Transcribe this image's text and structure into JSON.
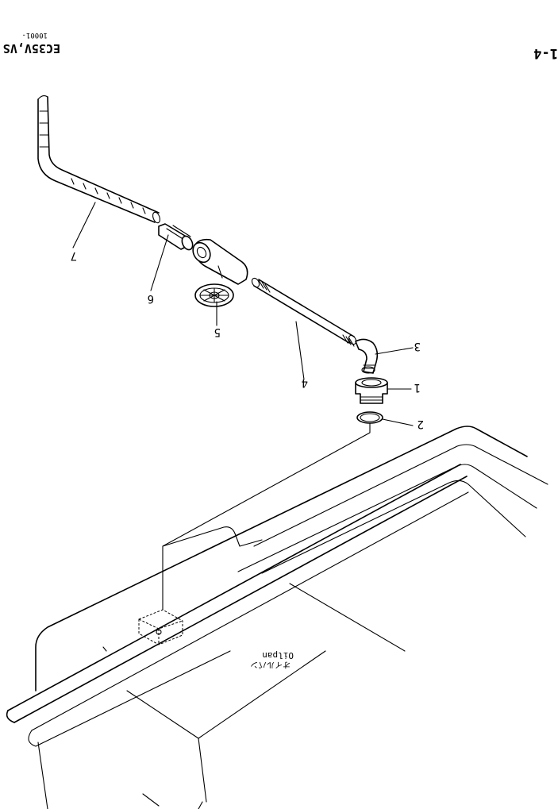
{
  "header": {
    "model": "EC35V,VS",
    "serial": "10001-",
    "page_ref": "1-4"
  },
  "parts": [
    {
      "label": "1",
      "name": "adapter"
    },
    {
      "label": "2",
      "name": "o-ring"
    },
    {
      "label": "3",
      "name": "elbow"
    },
    {
      "label": "4",
      "name": "pipe"
    },
    {
      "label": "5",
      "name": "valve-handle"
    },
    {
      "label": "6",
      "name": "nipple"
    },
    {
      "label": "7",
      "name": "hose"
    }
  ],
  "tank": {
    "label_japanese": "オイルパン",
    "label_english": "Oilpan"
  },
  "colors": {
    "line": "#000000",
    "background": "#ffffff"
  }
}
